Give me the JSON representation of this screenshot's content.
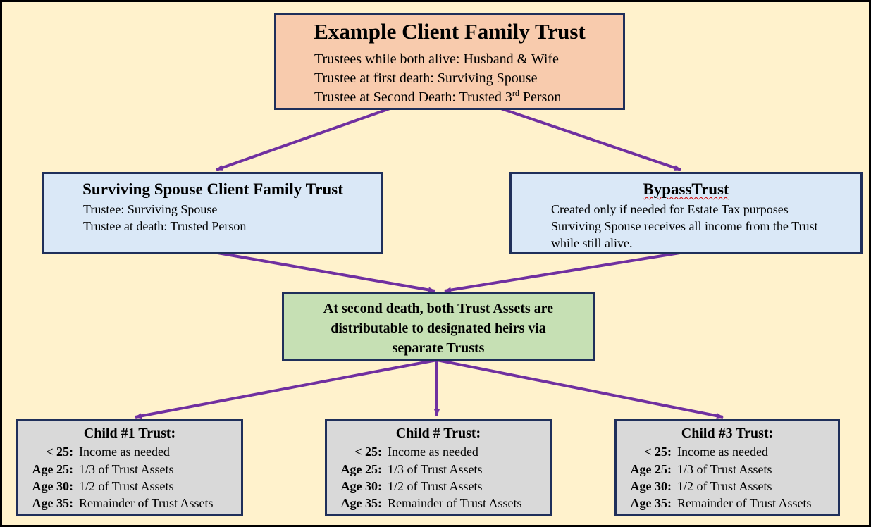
{
  "colors": {
    "background": "#fff2cc",
    "top_box": "#f8cbad",
    "middle_boxes": "#dae8f7",
    "distribution_box": "#c6e0b4",
    "child_boxes": "#d9d9d9",
    "box_border": "#1f2f5a",
    "arrows": "#7030a0"
  },
  "top": {
    "title": "Example Client Family Trust",
    "line1": "Trustees while both alive:  Husband & Wife",
    "line2": "Trustee at first death:  Surviving Spouse",
    "line3_prefix": "Trustee at Second Death:  Trusted 3",
    "line3_sup": "rd",
    "line3_suffix": " Person"
  },
  "surviving": {
    "title": "Surviving Spouse Client Family Trust",
    "line1": "Trustee:  Surviving Spouse",
    "line2": "Trustee at death:  Trusted Person"
  },
  "bypass": {
    "title": "BypassTrust",
    "line1": "Created only if needed for Estate Tax purposes",
    "line2": "Surviving Spouse receives all income from the Trust",
    "line3": "while still alive."
  },
  "distribution": {
    "line1": "At second death, both Trust Assets are",
    "line2": "distributable to designated heirs via",
    "line3": "separate Trusts"
  },
  "children": [
    {
      "title": "Child #1 Trust:",
      "rows": [
        {
          "label": "< 25:",
          "value": "Income as needed"
        },
        {
          "label": "Age 25:",
          "value": "1/3 of Trust Assets"
        },
        {
          "label": "Age 30:",
          "value": "1/2 of Trust Assets"
        },
        {
          "label": "Age 35:",
          "value": "Remainder of Trust Assets"
        }
      ]
    },
    {
      "title": "Child # Trust:",
      "rows": [
        {
          "label": "< 25:",
          "value": "Income as needed"
        },
        {
          "label": "Age 25:",
          "value": "1/3 of Trust Assets"
        },
        {
          "label": "Age 30:",
          "value": "1/2 of Trust Assets"
        },
        {
          "label": "Age 35:",
          "value": "Remainder of Trust Assets"
        }
      ]
    },
    {
      "title": "Child #3 Trust:",
      "rows": [
        {
          "label": "< 25:",
          "value": "Income as needed"
        },
        {
          "label": "Age 25:",
          "value": "1/3 of Trust Assets"
        },
        {
          "label": "Age 30:",
          "value": "1/2 of Trust Assets"
        },
        {
          "label": "Age 35:",
          "value": "Remainder of Trust Assets"
        }
      ]
    }
  ]
}
